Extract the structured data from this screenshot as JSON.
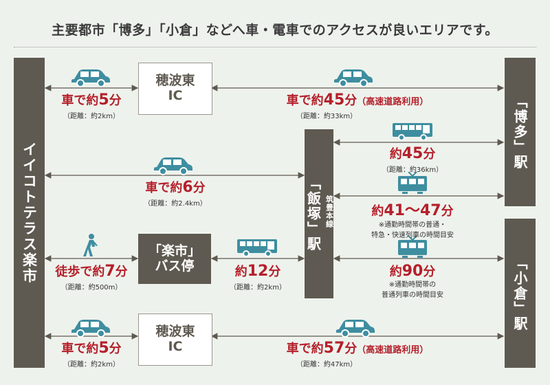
{
  "title": "主要都市「博多」「小倉」などへ車・電車でのアクセスが良いエリアです。",
  "colors": {
    "accent": "#b4202a",
    "bar": "#5f5a51",
    "vehicle": "#3e8ea0",
    "background": "#eef2ed"
  },
  "nodes": {
    "origin": "イイコトテラス楽市",
    "ic_top": [
      "穂波東",
      "IC"
    ],
    "ic_bottom": [
      "穂波東",
      "IC"
    ],
    "bus_stop": [
      "「楽市」",
      "バス停"
    ],
    "iizuka_line": "筑豊本線",
    "iizuka_station": "「飯塚」駅",
    "hakata": "「博多」駅",
    "kokura": "「小倉」駅"
  },
  "routes": {
    "car_to_ic_top": {
      "main": "車で約",
      "num": "5",
      "unit": "分",
      "distance": "（距離：約2km）"
    },
    "ic_top_to_hakata": {
      "main": "車で約",
      "num": "45",
      "unit": "分",
      "note": "（高速道路利用）",
      "distance": "（距離：約33km）"
    },
    "bus_to_hakata": {
      "main": "約",
      "num": "45",
      "unit": "分",
      "distance": "（距離：約36km）"
    },
    "car_to_iizuka": {
      "main": "車で約",
      "num": "6",
      "unit": "分",
      "distance": "（距離：約2.4km）"
    },
    "train_to_hakata": {
      "main": "約",
      "num": "41〜47",
      "unit": "分",
      "notes": [
        "※通勤時間帯の普通・",
        "特急・快速列車の時間目安"
      ]
    },
    "walk_to_bus": {
      "main": "徒歩で約",
      "num": "7",
      "unit": "分",
      "distance": "（距離：約500m）"
    },
    "bus_to_iizuka": {
      "main": "約",
      "num": "12",
      "unit": "分",
      "distance": "（距離：約2km）"
    },
    "train_to_kokura": {
      "main": "約",
      "num": "90",
      "unit": "分",
      "notes": [
        "※通勤時間帯の",
        "普通列車の時間目安"
      ]
    },
    "car_to_ic_bottom": {
      "main": "車で約",
      "num": "5",
      "unit": "分",
      "distance": "（距離：約2km）"
    },
    "ic_bottom_to_kokura": {
      "main": "車で約",
      "num": "57",
      "unit": "分",
      "note": "（高速道路利用）",
      "distance": "（距離：約47km）"
    }
  },
  "icons": [
    "car-icon",
    "bus-icon",
    "train-icon",
    "walker-icon"
  ]
}
